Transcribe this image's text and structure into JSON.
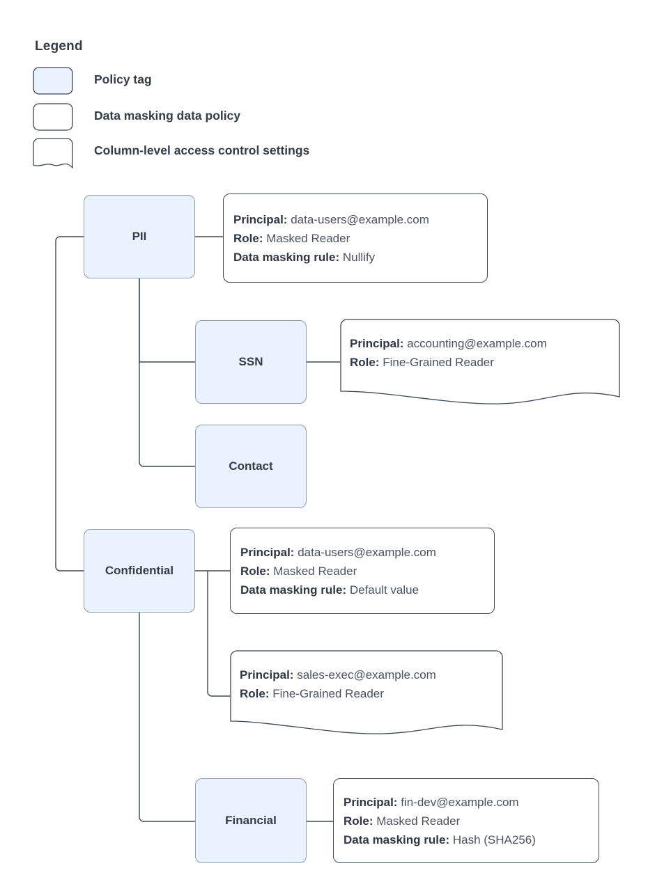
{
  "legend": {
    "title": "Legend",
    "items": [
      {
        "shape": "rounded-rect-filled",
        "label": "Policy tag"
      },
      {
        "shape": "rounded-rect-outline",
        "label": "Data masking data policy"
      },
      {
        "shape": "wavy-bottom-rect",
        "label": "Column-level access control settings"
      }
    ]
  },
  "colors": {
    "tag_fill": "#eaf2fd",
    "tag_border": "#8f9aab",
    "card_border": "#3c4654",
    "text": "#343c48",
    "connector": "#3c4654"
  },
  "nodes": {
    "pii": {
      "label": "PII"
    },
    "ssn": {
      "label": "SSN"
    },
    "contact": {
      "label": "Contact"
    },
    "confidential": {
      "label": "Confidential"
    },
    "financial": {
      "label": "Financial"
    }
  },
  "labels": {
    "principal": "Principal:",
    "role": "Role:",
    "masking_rule": "Data masking rule:"
  },
  "cards": {
    "pii_masking": {
      "kind": "data-masking-data-policy",
      "principal": "data-users@example.com",
      "role": "Masked Reader",
      "masking_rule": "Nullify"
    },
    "ssn_access": {
      "kind": "column-level-access-control-settings",
      "principal": "accounting@example.com",
      "role": "Fine-Grained Reader"
    },
    "confidential_masking": {
      "kind": "data-masking-data-policy",
      "principal": "data-users@example.com",
      "role": "Masked Reader",
      "masking_rule": "Default value"
    },
    "confidential_access": {
      "kind": "column-level-access-control-settings",
      "principal": "sales-exec@example.com",
      "role": "Fine-Grained Reader"
    },
    "financial_masking": {
      "kind": "data-masking-data-policy",
      "principal": "fin-dev@example.com",
      "role": "Masked Reader",
      "masking_rule": "Hash (SHA256)"
    }
  }
}
